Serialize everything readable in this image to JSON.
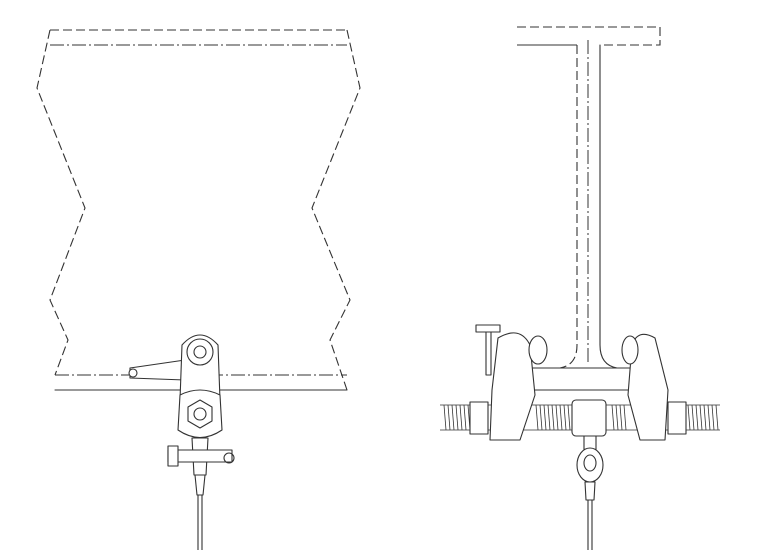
{
  "colors": {
    "background": "#ffffff",
    "line": "#333333"
  },
  "figures": [
    {
      "view": "side",
      "subject": "beam-clamp-on-beam-side"
    },
    {
      "view": "end",
      "subject": "beam-clamp-on-i-beam-end"
    }
  ]
}
